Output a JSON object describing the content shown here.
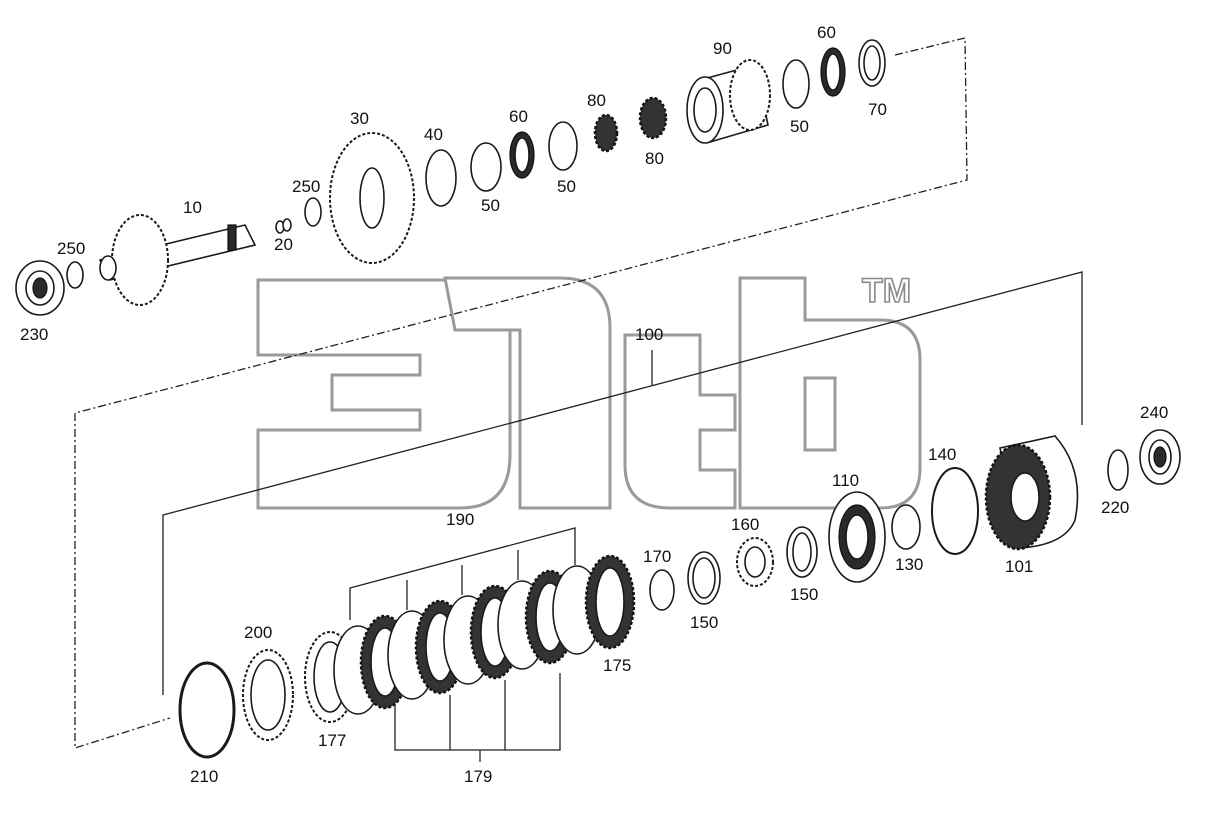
{
  "watermark": {
    "trademark": "TM"
  },
  "labels": {
    "l230": "230",
    "l250a": "250",
    "l10": "10",
    "l20": "20",
    "l250b": "250",
    "l30": "30",
    "l40": "40",
    "l50a": "50",
    "l60a": "60",
    "l50b": "50",
    "l80a": "80",
    "l80b": "80",
    "l90": "90",
    "l50c": "50",
    "l60b": "60",
    "l70": "70",
    "l100": "100",
    "l240": "240",
    "l220": "220",
    "l101": "101",
    "l140": "140",
    "l130": "130",
    "l110": "110",
    "l150a": "150",
    "l160": "160",
    "l150b": "150",
    "l170": "170",
    "l175": "175",
    "l190": "190",
    "l179": "179",
    "l177": "177",
    "l200": "200",
    "l210": "210"
  }
}
